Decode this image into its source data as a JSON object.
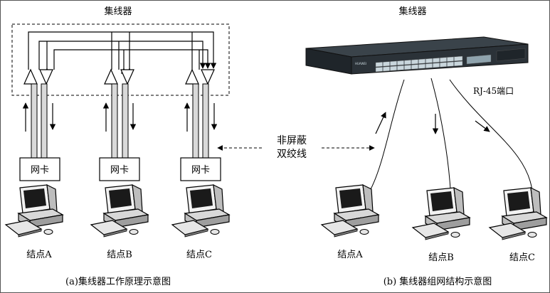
{
  "left": {
    "hub_title": "集线器",
    "nics": [
      "网卡",
      "网卡",
      "网卡"
    ],
    "nodes": [
      "结点A",
      "结点B",
      "结点C"
    ],
    "caption": "(a)集线器工作原理示意图"
  },
  "center": {
    "cable_line1": "非屏蔽",
    "cable_line2": "双绞线"
  },
  "right": {
    "hub_title": "集线器",
    "port_label": "RJ-45端口",
    "switch_brand": "HUAWEI",
    "nodes": [
      "结点A",
      "结点B",
      "结点C"
    ],
    "caption": "(b) 集线器组网结构示意图"
  },
  "colors": {
    "line": "#000000",
    "cable_fill": "#d9d9d9",
    "switch_body": "#2b3238",
    "switch_port": "#c9d6dc",
    "monitor_screen": "#1a1a1a"
  }
}
